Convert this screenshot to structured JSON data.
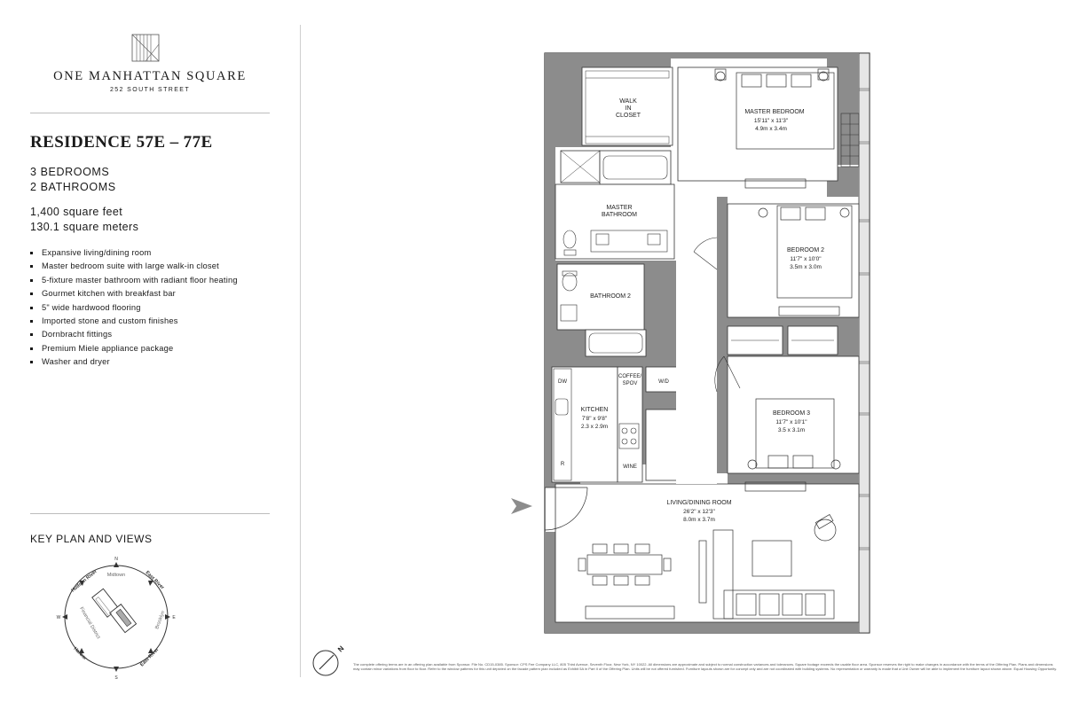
{
  "brand": {
    "name": "ONE MANHATTAN SQUARE",
    "address": "252 SOUTH STREET"
  },
  "residence": {
    "title": "RESIDENCE 57E – 77E",
    "bedrooms": "3 BEDROOMS",
    "bathrooms": "2 BATHROOMS",
    "sqft": "1,400 square feet",
    "sqm": "130.1 square meters"
  },
  "features": [
    "Expansive living/dining room",
    "Master bedroom suite with large walk-in closet",
    "5-fixture master bathroom with radiant floor heating",
    "Gourmet kitchen with breakfast bar",
    "5\" wide hardwood flooring",
    "Imported stone and custom finishes",
    "Dornbracht fittings",
    "Premium Miele appliance package",
    "Washer and dryer"
  ],
  "keyplan": {
    "title": "KEY PLAN AND VIEWS",
    "n": "N",
    "s": "S",
    "e": "E",
    "w": "W",
    "midtown": "Midtown",
    "hudson": "Hudson River",
    "east_river_top": "East River",
    "brooklyn": "Brooklyn",
    "fin_district": "Financial District",
    "harbor": "Harbor",
    "east_river_bottom": "East River"
  },
  "rooms": {
    "walk_in_1": "WALK",
    "walk_in_2": "IN",
    "walk_in_3": "CLOSET",
    "master_bed": "MASTER BEDROOM",
    "master_bed_ft": "15'11\" x 11'3\"",
    "master_bed_m": "4.9m x 3.4m",
    "master_bath_1": "MASTER",
    "master_bath_2": "BATHROOM",
    "bed2": "BEDROOM 2",
    "bed2_ft": "11'7\" x 10'0\"",
    "bed2_m": "3.5m x 3.0m",
    "bath2": "BATHROOM 2",
    "dw": "DW",
    "coffee_1": "COFFEE/",
    "coffee_2": "SPOV",
    "wd": "W/D",
    "kitchen": "KITCHEN",
    "kitchen_ft": "7'8\" x 9'8\"",
    "kitchen_m": "2.3 x 2.9m",
    "wine": "WINE",
    "fridge": "R",
    "bed3": "BEDROOM 3",
    "bed3_ft": "11'7\" x 10'1\"",
    "bed3_m": "3.5 x 3.1m",
    "living": "LIVING/DINING ROOM",
    "living_ft": "26'2\" x 12'3\"",
    "living_m": "8.0m x 3.7m"
  },
  "north_label": "N",
  "disclaimer": "The complete offering terms are in an offering plan available from Sponsor. File No. CD15-0385. Sponsor: CPS Fee Company LLC, 805 Third Avenue, Seventh Floor, New York, NY 10022. All dimensions are approximate and subject to normal construction variances and tolerances. Square footage exceeds the usable floor area. Sponsor reserves the right to make changes in accordance with the terms of the Offering Plan. Plans and dimensions may contain minor variations from floor to floor. Refer to the window patterns for this unit depicted on the facade pattern plan included as Exhibit 5A in Part II of the Offering Plan. Units will be not offered furnished. Furniture layouts shown are for concept only and are not coordinated with building systems. No representation or warranty is made that a Unit Owner will be able to implement the furniture layout shown above. Equal Housing Opportunity."
}
